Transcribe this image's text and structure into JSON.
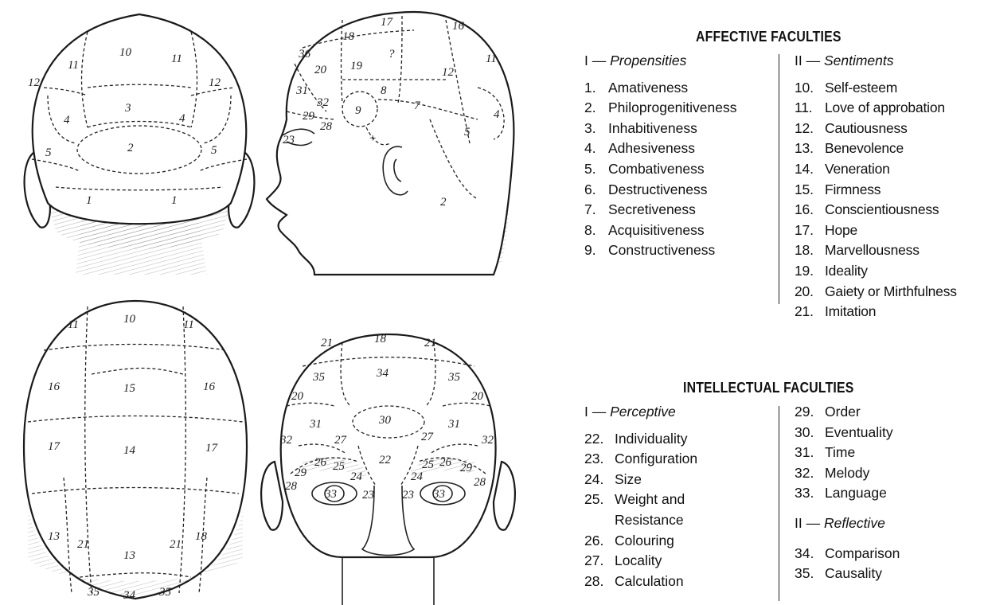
{
  "diagram": {
    "back_head": [
      "10",
      "11",
      "11",
      "12",
      "12",
      "4",
      "3",
      "4",
      "2",
      "5",
      "5",
      "1",
      "1"
    ],
    "side_head": [
      "17",
      "16",
      "18",
      "11",
      "36",
      "20",
      "19",
      "?",
      "12",
      "31",
      "32",
      "8",
      "9",
      "7",
      "29",
      "28",
      "23",
      "+",
      "4",
      "5",
      "2"
    ],
    "top_head": [
      "10",
      "11",
      "11",
      "16",
      "15",
      "16",
      "17",
      "14",
      "17",
      "13",
      "21",
      "13",
      "21",
      "18",
      "35",
      "34",
      "35"
    ],
    "front_head": [
      "21",
      "18",
      "21",
      "35",
      "34",
      "35",
      "20",
      "30",
      "20",
      "31",
      "31",
      "32",
      "27",
      "27",
      "32",
      "22",
      "26",
      "25",
      "25",
      "26",
      "29",
      "29",
      "23",
      "23",
      "24",
      "24",
      "33",
      "33",
      "28",
      "28"
    ]
  },
  "affective": {
    "title": "AFFECTIVE FACULTIES",
    "propensities": {
      "roman": "I —",
      "label": "Propensities",
      "items": [
        {
          "n": "1.",
          "t": "Amativeness"
        },
        {
          "n": "2.",
          "t": "Philoprogenitiveness"
        },
        {
          "n": "3.",
          "t": "Inhabitiveness"
        },
        {
          "n": "4.",
          "t": "Adhesiveness"
        },
        {
          "n": "5.",
          "t": "Combativeness"
        },
        {
          "n": "6.",
          "t": "Destructiveness"
        },
        {
          "n": "7.",
          "t": "Secretiveness"
        },
        {
          "n": "8.",
          "t": "Acquisitiveness"
        },
        {
          "n": "9.",
          "t": "Constructiveness"
        }
      ]
    },
    "sentiments": {
      "roman": "II —",
      "label": "Sentiments",
      "items": [
        {
          "n": "10.",
          "t": "Self-esteem"
        },
        {
          "n": "11.",
          "t": "Love of approbation"
        },
        {
          "n": "12.",
          "t": "Cautiousness"
        },
        {
          "n": "13.",
          "t": "Benevolence"
        },
        {
          "n": "14.",
          "t": "Veneration"
        },
        {
          "n": "15.",
          "t": "Firmness"
        },
        {
          "n": "16.",
          "t": "Conscientiousness"
        },
        {
          "n": "17.",
          "t": "Hope"
        },
        {
          "n": "18.",
          "t": "Marvellousness"
        },
        {
          "n": "19.",
          "t": "Ideality"
        },
        {
          "n": "20.",
          "t": "Gaiety or Mirthfulness"
        },
        {
          "n": "21.",
          "t": "Imitation"
        }
      ]
    }
  },
  "intellectual": {
    "title": "INTELLECTUAL FACULTIES",
    "perceptive": {
      "roman": "I —",
      "label": "Perceptive",
      "items": [
        {
          "n": "22.",
          "t": "Individuality"
        },
        {
          "n": "23.",
          "t": "Configuration"
        },
        {
          "n": "24.",
          "t": "Size"
        },
        {
          "n": "25.",
          "t": "Weight and"
        },
        {
          "n": "",
          "t": "Resistance"
        },
        {
          "n": "26.",
          "t": "Colouring"
        },
        {
          "n": "27.",
          "t": "Locality"
        },
        {
          "n": "28.",
          "t": "Calculation"
        }
      ]
    },
    "perceptive_cont": {
      "items": [
        {
          "n": "29.",
          "t": "Order"
        },
        {
          "n": "30.",
          "t": "Eventuality"
        },
        {
          "n": "31.",
          "t": "Time"
        },
        {
          "n": "32.",
          "t": "Melody"
        },
        {
          "n": "33.",
          "t": "Language"
        }
      ]
    },
    "reflective": {
      "roman": "II —",
      "label": "Reflective",
      "items": [
        {
          "n": "34.",
          "t": "Comparison"
        },
        {
          "n": "35.",
          "t": "Causality"
        }
      ]
    }
  }
}
